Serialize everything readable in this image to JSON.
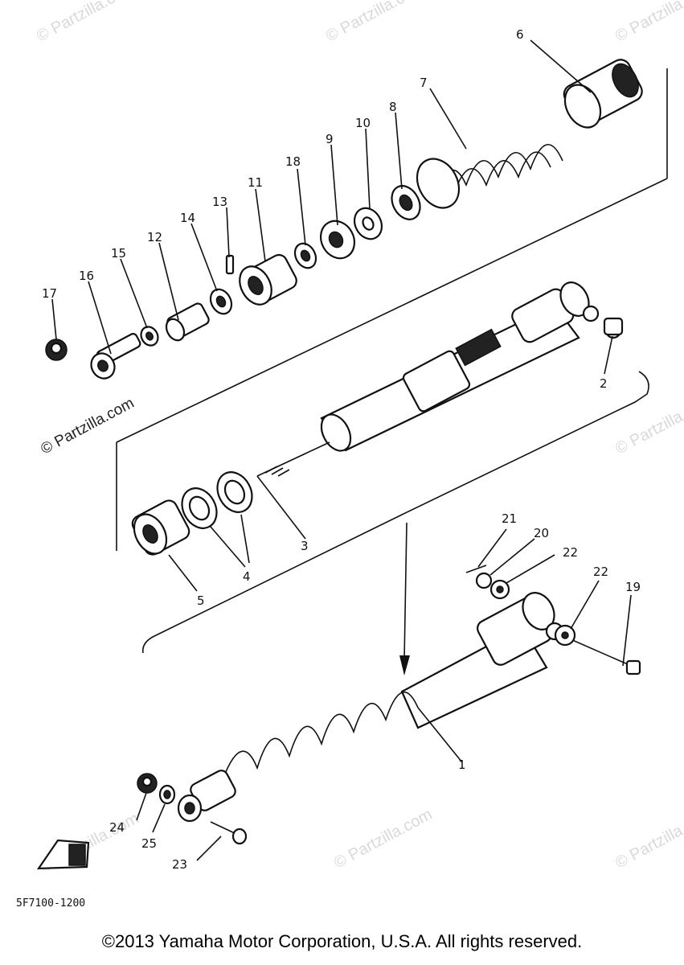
{
  "watermark": "© Partzilla.com",
  "diagram_code": "5F7100-1200",
  "copyright": "©2013 Yamaha Motor Corporation, U.S.A. All rights reserved.",
  "callouts": [
    "1",
    "2",
    "3",
    "4",
    "5",
    "6",
    "7",
    "8",
    "9",
    "10",
    "11",
    "12",
    "13",
    "14",
    "15",
    "16",
    "17",
    "18",
    "19",
    "20",
    "21",
    "22",
    "22",
    "23",
    "24",
    "25"
  ]
}
